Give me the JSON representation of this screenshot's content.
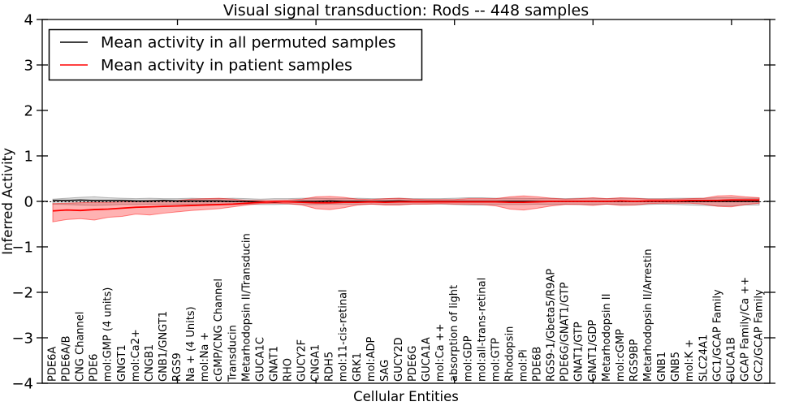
{
  "figure": {
    "background": "#ffffff",
    "frame_color": "#000000"
  },
  "chart_data": {
    "type": "line",
    "title": "Visual signal transduction: Rods -- 448 samples",
    "xlabel": "Cellular Entities",
    "ylabel": "Inferred Activity",
    "ylim": [
      -4,
      4
    ],
    "yticks": [
      -4,
      -3,
      -2,
      -1,
      0,
      1,
      2,
      3,
      4
    ],
    "grid": false,
    "legend_position": "upper left",
    "zero_line_style": "dotted",
    "categories": [
      "PDE6A",
      "PDE6A/B",
      "CNG Channel",
      "PDE6",
      "mol:GMP (4 units)",
      "GNGT1",
      "mol:Ca2+",
      "CNGB1",
      "GNB1/GNGT1",
      "RGS9",
      "Na + (4 Units)",
      "mol:Na +",
      "cGMP/CNG Channel",
      "Transducin",
      "Metarhodopsin II/Transducin",
      "GUCA1C",
      "GNAT1",
      "RHO",
      "GUCY2F",
      "CNGA1",
      "RDH5",
      "mol:11-cis-retinal",
      "GRK1",
      "mol:ADP",
      "SAG",
      "GUCY2D",
      "PDE6G",
      "GUCA1A",
      "mol:Ca ++",
      "absorption of light",
      "mol:GDP",
      "mol:all-trans-retinal",
      "mol:GTP",
      "Rhodopsin",
      "mol:Pi",
      "PDE6B",
      "RGS9-1/Gbeta5/R9AP",
      "PDE6G/GNAT1/GTP",
      "GNAT1/GTP",
      "GNAT1/GDP",
      "Metarhodopsin II",
      "mol:cGMP",
      "RGS9BP",
      "Metarhodopsin II/Arrestin",
      "GNB1",
      "GNB5",
      "mol:K +",
      "SLC24A1",
      "GC1/GCAP Family",
      "GUCA1B",
      "GCAP Family/Ca ++",
      "GC2/GCAP Family"
    ],
    "series": [
      {
        "name": "Mean activity in all permuted samples",
        "color": "#000000",
        "band_color": "rgba(0,0,0,0.13)",
        "band_edge_color": "rgba(0,0,0,0.25)",
        "values": [
          0.02,
          0.02,
          0.03,
          0.02,
          0.02,
          0.02,
          0.01,
          0.01,
          0.02,
          0.01,
          0.01,
          0.01,
          0.01,
          0.0,
          0.0,
          -0.01,
          -0.02,
          -0.01,
          0.0,
          0.0,
          0.01,
          0.0,
          0.0,
          0.0,
          0.0,
          0.01,
          0.0,
          0.0,
          0.0,
          0.0,
          0.0,
          0.0,
          0.0,
          0.0,
          0.0,
          0.0,
          0.0,
          0.0,
          0.0,
          0.0,
          0.0,
          0.0,
          0.0,
          0.0,
          0.0,
          0.0,
          0.0,
          0.0,
          0.0,
          0.0,
          0.0,
          0.0
        ],
        "band_low": [
          -0.06,
          -0.07,
          -0.08,
          -0.09,
          -0.08,
          -0.07,
          -0.07,
          -0.06,
          -0.07,
          -0.06,
          -0.07,
          -0.06,
          -0.07,
          -0.07,
          -0.06,
          -0.07,
          -0.07,
          -0.06,
          -0.07,
          -0.07,
          -0.06,
          -0.06,
          -0.07,
          -0.06,
          -0.07,
          -0.07,
          -0.06,
          -0.06,
          -0.06,
          -0.07,
          -0.08,
          -0.08,
          -0.07,
          -0.07,
          -0.07,
          -0.06,
          -0.07,
          -0.06,
          -0.07,
          -0.07,
          -0.06,
          -0.07,
          -0.08,
          -0.07,
          -0.06,
          -0.07,
          -0.08,
          -0.09,
          -0.1,
          -0.1,
          -0.08,
          -0.08
        ],
        "band_high": [
          0.05,
          0.07,
          0.09,
          0.1,
          0.08,
          0.07,
          0.06,
          0.07,
          0.06,
          0.06,
          0.07,
          0.06,
          0.06,
          0.07,
          0.06,
          0.05,
          0.06,
          0.06,
          0.07,
          0.07,
          0.06,
          0.06,
          0.07,
          0.06,
          0.06,
          0.07,
          0.06,
          0.06,
          0.06,
          0.07,
          0.08,
          0.08,
          0.07,
          0.07,
          0.07,
          0.06,
          0.07,
          0.06,
          0.07,
          0.07,
          0.06,
          0.07,
          0.07,
          0.06,
          0.06,
          0.07,
          0.07,
          0.07,
          0.08,
          0.08,
          0.07,
          0.07
        ]
      },
      {
        "name": "Mean activity in patient samples",
        "color": "#ff0000",
        "band_color": "rgba(255,0,0,0.30)",
        "band_edge_color": "rgba(255,0,0,0.45)",
        "values": [
          -0.21,
          -0.19,
          -0.2,
          -0.18,
          -0.17,
          -0.15,
          -0.13,
          -0.12,
          -0.11,
          -0.1,
          -0.09,
          -0.08,
          -0.07,
          -0.06,
          -0.04,
          -0.02,
          -0.01,
          -0.01,
          -0.02,
          -0.03,
          -0.03,
          -0.02,
          -0.02,
          -0.01,
          -0.02,
          -0.01,
          -0.01,
          -0.01,
          -0.01,
          -0.01,
          -0.01,
          -0.01,
          -0.01,
          -0.02,
          -0.02,
          -0.01,
          0.0,
          0.0,
          0.0,
          0.0,
          0.0,
          0.01,
          0.0,
          0.01,
          0.01,
          0.01,
          0.02,
          0.02,
          0.02,
          0.03,
          0.03,
          0.03
        ],
        "band_low": [
          -0.45,
          -0.4,
          -0.38,
          -0.41,
          -0.35,
          -0.33,
          -0.28,
          -0.3,
          -0.26,
          -0.23,
          -0.2,
          -0.18,
          -0.16,
          -0.12,
          -0.08,
          -0.05,
          -0.04,
          -0.05,
          -0.08,
          -0.16,
          -0.18,
          -0.14,
          -0.08,
          -0.06,
          -0.08,
          -0.08,
          -0.06,
          -0.06,
          -0.05,
          -0.06,
          -0.06,
          -0.07,
          -0.1,
          -0.17,
          -0.19,
          -0.15,
          -0.1,
          -0.07,
          -0.07,
          -0.09,
          -0.06,
          -0.09,
          -0.08,
          -0.05,
          -0.04,
          -0.04,
          -0.04,
          -0.06,
          -0.11,
          -0.12,
          -0.07,
          -0.04
        ],
        "band_high": [
          -0.05,
          -0.04,
          -0.03,
          -0.02,
          -0.02,
          -0.01,
          0.0,
          0.02,
          0.01,
          0.02,
          0.05,
          0.06,
          0.07,
          0.05,
          0.02,
          0.02,
          0.02,
          0.03,
          0.05,
          0.1,
          0.11,
          0.09,
          0.05,
          0.04,
          0.06,
          0.07,
          0.05,
          0.04,
          0.04,
          0.04,
          0.06,
          0.06,
          0.06,
          0.1,
          0.12,
          0.1,
          0.07,
          0.05,
          0.06,
          0.08,
          0.06,
          0.08,
          0.07,
          0.05,
          0.05,
          0.05,
          0.06,
          0.07,
          0.12,
          0.13,
          0.1,
          0.08
        ]
      }
    ]
  }
}
